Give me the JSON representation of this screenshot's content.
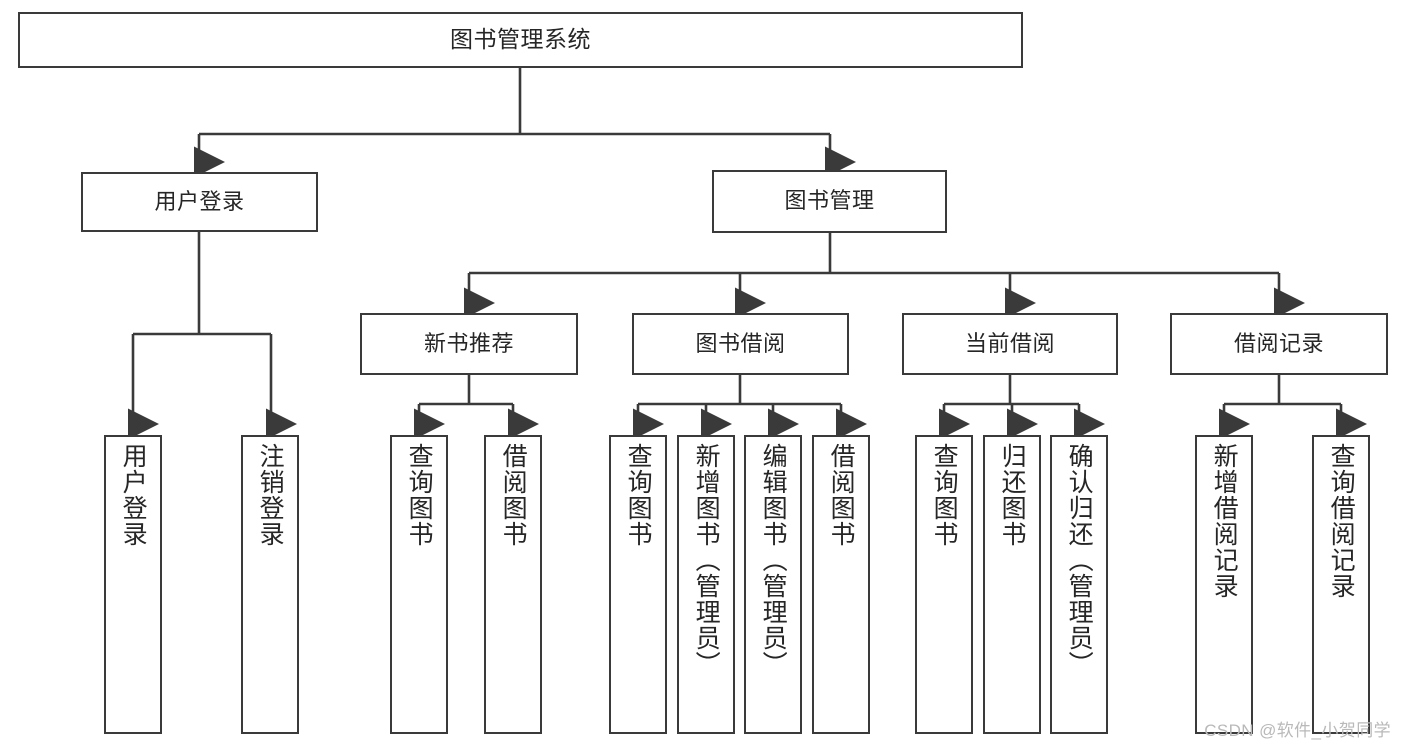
{
  "diagram": {
    "title": "图书管理系统",
    "type": "tree",
    "background": "#ffffff",
    "stroke_color": "#3a3a3a",
    "text_color": "#262626"
  },
  "nodes": {
    "root": {
      "label": "图书管理系统"
    },
    "level2": [
      {
        "id": "user-login",
        "label": "用户登录"
      },
      {
        "id": "book-management",
        "label": "图书管理"
      }
    ],
    "level3": [
      {
        "id": "new-book-recommend",
        "label": "新书推荐"
      },
      {
        "id": "book-borrow",
        "label": "图书借阅"
      },
      {
        "id": "current-borrow",
        "label": "当前借阅"
      },
      {
        "id": "borrow-record",
        "label": "借阅记录"
      }
    ],
    "leaves": {
      "user_login": [
        {
          "id": "leaf-user-login",
          "label": "用户登录"
        },
        {
          "id": "leaf-logout-login",
          "label": "注销登录"
        }
      ],
      "new_book_recommend": [
        {
          "id": "leaf-query-book-1",
          "label": "查询图书"
        },
        {
          "id": "leaf-borrow-book-1",
          "label": "借阅图书"
        }
      ],
      "book_borrow": [
        {
          "id": "leaf-query-book-2",
          "label": "查询图书"
        },
        {
          "id": "leaf-add-book-admin",
          "label": "新增图书（管理员）"
        },
        {
          "id": "leaf-edit-book-admin",
          "label": "编辑图书（管理员）"
        },
        {
          "id": "leaf-borrow-book-2",
          "label": "借阅图书"
        }
      ],
      "current_borrow": [
        {
          "id": "leaf-query-book-3",
          "label": "查询图书"
        },
        {
          "id": "leaf-return-book",
          "label": "归还图书"
        },
        {
          "id": "leaf-confirm-return-admin",
          "label": "确认归还（管理员）"
        }
      ],
      "borrow_record": [
        {
          "id": "leaf-add-borrow-record",
          "label": "新增借阅记录"
        },
        {
          "id": "leaf-query-borrow-record",
          "label": "查询借阅记录"
        }
      ]
    }
  },
  "watermark": {
    "text": "CSDN @软件_小贺同学"
  }
}
